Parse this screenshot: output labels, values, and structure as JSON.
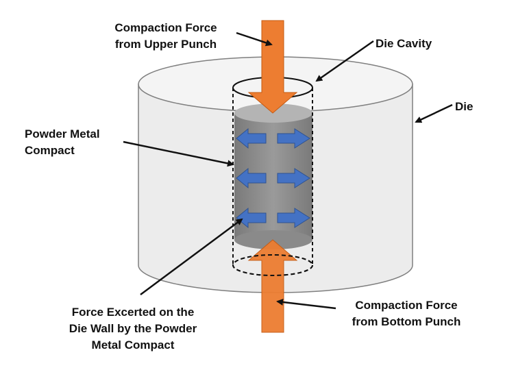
{
  "labels": {
    "upper_force": [
      "Compaction Force",
      "from Upper Punch"
    ],
    "die_cavity": "Die Cavity",
    "die": "Die",
    "compact": [
      "Powder Metal",
      "Compact"
    ],
    "wall_force": [
      "Force Excerted on the",
      "Die Wall by the Powder",
      "Metal Compact"
    ],
    "bottom_force": [
      "Compaction Force",
      "from Bottom Punch"
    ]
  },
  "colors": {
    "punch_arrow": "#ed7d31",
    "wall_arrow": "#4472c4",
    "compact_fill": "#8c8c8c",
    "die_fill": "#eeeeee",
    "die_stroke": "#7f7f7f"
  }
}
